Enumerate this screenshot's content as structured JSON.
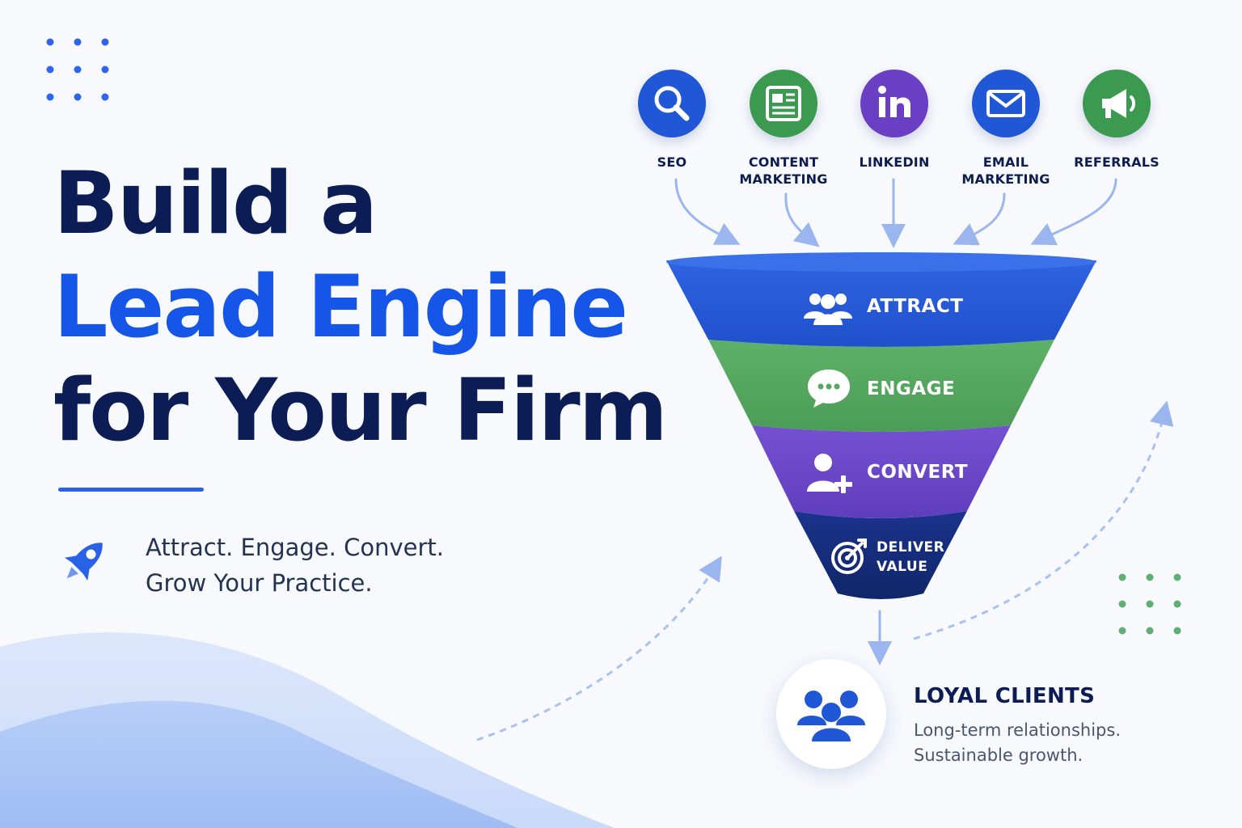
{
  "headline": {
    "line1": "Build a",
    "line2": "Lead Engine",
    "line3": "for Your Firm"
  },
  "tagline": {
    "line1": "Attract. Engage. Convert.",
    "line2": "Grow Your Practice."
  },
  "sources": [
    {
      "label": [
        "SEO"
      ],
      "icon": "search-icon",
      "color": "#1f57d6"
    },
    {
      "label": [
        "CONTENT",
        "MARKETING"
      ],
      "icon": "newspaper-icon",
      "color": "#3b9a50"
    },
    {
      "label": [
        "LINKEDIN"
      ],
      "icon": "linkedin-icon",
      "color": "#6a3fc4"
    },
    {
      "label": [
        "EMAIL",
        "MARKETING"
      ],
      "icon": "mail-icon",
      "color": "#1f57d6"
    },
    {
      "label": [
        "REFERRALS"
      ],
      "icon": "megaphone-icon",
      "color": "#3b9a50"
    }
  ],
  "funnel": [
    {
      "label": [
        "ATTRACT"
      ],
      "icon": "users-icon",
      "color": "#2658d8"
    },
    {
      "label": [
        "ENGAGE"
      ],
      "icon": "chat-bubble-icon",
      "color": "#55a85f"
    },
    {
      "label": [
        "CONVERT"
      ],
      "icon": "user-plus-icon",
      "color": "#6b46c8"
    },
    {
      "label": [
        "DELIVER",
        "VALUE"
      ],
      "icon": "target-icon",
      "color": "#14297a"
    }
  ],
  "outcome": {
    "title": "LOYAL CLIENTS",
    "desc1": "Long-term relationships.",
    "desc2": "Sustainable growth.",
    "icon": "users-icon",
    "color": "#1f57d6"
  }
}
